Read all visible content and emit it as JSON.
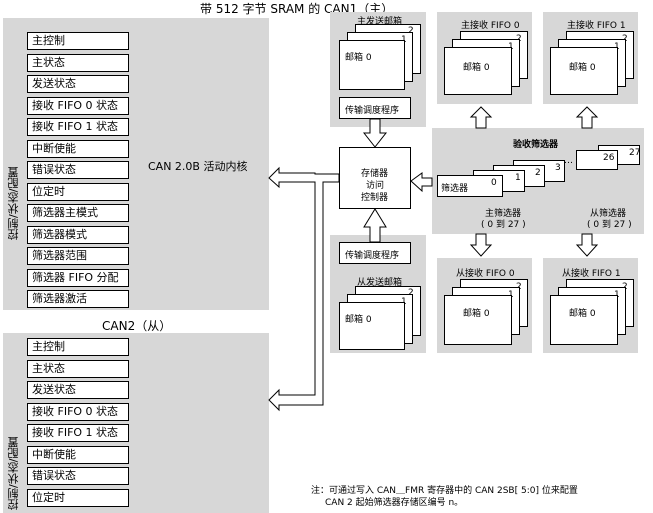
{
  "title": "带 512 字节 SRAM 的 CAN1（主）",
  "can1": {
    "side_label": "控制/状态/配置",
    "core_label": "CAN 2.0B 活动内核",
    "registers": [
      "主控制",
      "主状态",
      "发送状态",
      "接收 FIFO 0 状态",
      "接收 FIFO 1 状态",
      "中断使能",
      "错误状态",
      "位定时",
      "筛选器主模式",
      "筛选器模式",
      "筛选器范围",
      "筛选器 FIFO 分配",
      "筛选器激活"
    ]
  },
  "can2": {
    "title": "CAN2（从）",
    "side_label": "控制/状态/配置",
    "registers": [
      "主控制",
      "主状态",
      "发送状态",
      "接收 FIFO 0 状态",
      "接收 FIFO 1 状态",
      "中断使能",
      "错误状态",
      "位定时"
    ]
  },
  "master_tx": {
    "title": "主发送邮箱",
    "mailbox": "邮箱 0",
    "n1": "1",
    "n2": "2",
    "scheduler": "传输调度程序"
  },
  "slave_tx": {
    "title": "从发送邮箱",
    "mailbox": "邮箱 0",
    "n1": "1",
    "n2": "2",
    "scheduler": "传输调度程序"
  },
  "controller": {
    "line1": "存储器",
    "line2": "访问",
    "line3": "控制器"
  },
  "master_fifo0": {
    "title": "主接收 FIFO 0",
    "mailbox": "邮箱 0",
    "n1": "1",
    "n2": "2"
  },
  "master_fifo1": {
    "title": "主接收 FIFO 1",
    "mailbox": "邮箱 0",
    "n1": "1",
    "n2": "2"
  },
  "slave_fifo0": {
    "title": "从接收 FIFO 0",
    "mailbox": "邮箱 0",
    "n1": "1",
    "n2": "2"
  },
  "slave_fifo1": {
    "title": "从接收 FIFO 1",
    "mailbox": "邮箱 0",
    "n1": "1",
    "n2": "2"
  },
  "filters": {
    "title": "验收筛选器",
    "first": "筛选器",
    "n0": "0",
    "n1": "1",
    "n2": "2",
    "n3": "3",
    "dots": "…",
    "n26": "26",
    "n27": "27",
    "master_label": "主筛选器",
    "master_range": "( 0 到 27 )",
    "slave_label": "从筛选器",
    "slave_range": "( 0 到 27 )"
  },
  "note": {
    "line1": "注：可通过写入 CAN＿FMR 寄存器中的 CAN 2SB[ 5:0] 位来配置",
    "line2": "CAN 2 起始筛选器存储区编号 n。"
  }
}
